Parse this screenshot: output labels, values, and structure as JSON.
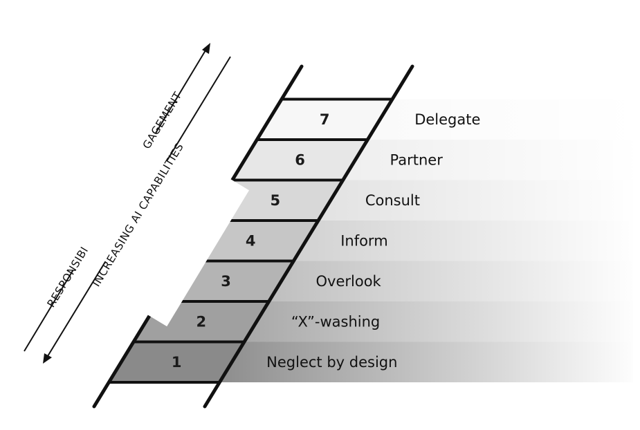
{
  "diagram": {
    "axis_outer_label": "RESPONSIBLE STAKEHOLDER ENGAGEMENT",
    "axis_inner_label": "INCREASING AI CAPABILITIES",
    "rungs": [
      {
        "number": "1",
        "label": "Neglect by design",
        "shade": "#8a8a8a"
      },
      {
        "number": "2",
        "label": "“X”-washing",
        "shade": "#a0a0a0"
      },
      {
        "number": "3",
        "label": "Overlook",
        "shade": "#b4b4b4"
      },
      {
        "number": "4",
        "label": "Inform",
        "shade": "#c6c6c6"
      },
      {
        "number": "5",
        "label": "Consult",
        "shade": "#d8d8d8"
      },
      {
        "number": "6",
        "label": "Partner",
        "shade": "#e7e7e7"
      },
      {
        "number": "7",
        "label": "Delegate",
        "shade": "#f7f7f7"
      }
    ]
  }
}
